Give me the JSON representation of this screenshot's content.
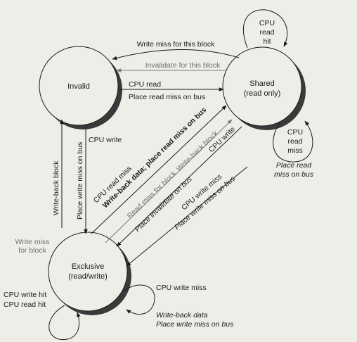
{
  "states": {
    "invalid": {
      "name": "Invalid"
    },
    "shared": {
      "name": "Shared",
      "sub": "(read only)"
    },
    "exclusive": {
      "name": "Exclusive",
      "sub": "(read/write)"
    }
  },
  "transitions": {
    "shared_to_invalid_write_miss": "Write miss for this block",
    "shared_to_invalid_invalidate": "Invalidate for this block",
    "invalid_to_shared_cpu_read": "CPU read",
    "invalid_to_shared_place_read_miss": "Place read miss on bus",
    "shared_self_read_hit": [
      "CPU",
      "read",
      "hit"
    ],
    "shared_self_read_miss": [
      "CPU",
      "read",
      "miss"
    ],
    "shared_self_read_miss_action": [
      "Place read",
      "miss on bus"
    ],
    "invalid_to_exclusive_cpu_write": "CPU write",
    "invalid_to_exclusive_place_write_miss": "Place write miss on bus",
    "exclusive_to_invalid_writeback": "Write-back block",
    "exclusive_to_invalid_write_miss": [
      "Write miss",
      "for block"
    ],
    "exclusive_to_shared_cpu_read_miss": "CPU read miss",
    "exclusive_to_shared_action": "Write-back data; place read miss on bus",
    "exclusive_to_shared_read_miss_gray": "Read miss for block",
    "exclusive_to_shared_writeback_gray": "Write-back block",
    "shared_to_exclusive_cpu_write": "CPU write",
    "shared_to_exclusive_place_invalidate": "Place invalidate on bus",
    "shared_to_exclusive_cpu_write_miss": "CPU write miss",
    "shared_to_exclusive_place_write_miss": "Place write miss on bus",
    "exclusive_self_hits": [
      "CPU write hit",
      "CPU read hit"
    ],
    "exclusive_self_write_miss": "CPU write miss",
    "exclusive_self_write_miss_action": [
      "Write-back data",
      "Place write miss on bus"
    ]
  }
}
